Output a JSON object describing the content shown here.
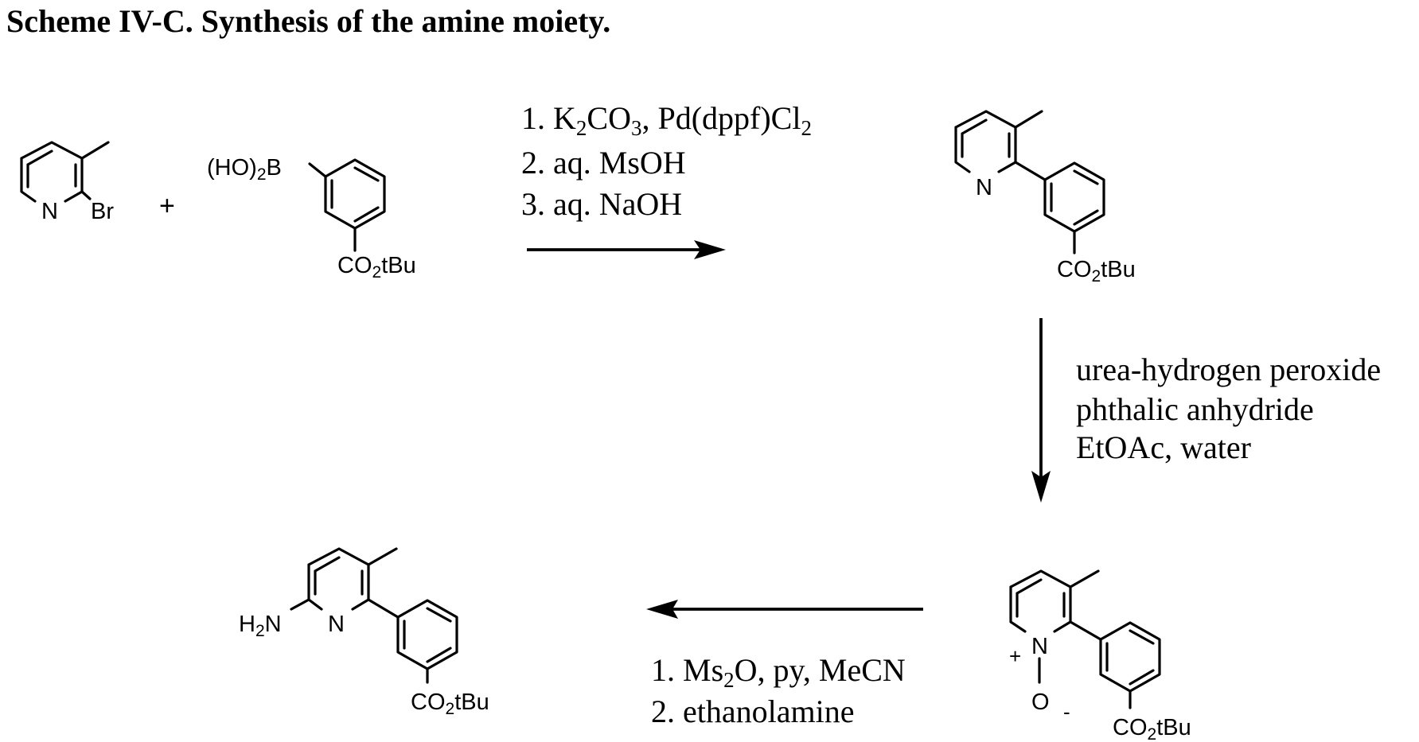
{
  "title": "Scheme IV-C.  Synthesis of the amine moiety.",
  "atoms": {
    "N": "N",
    "Br": "Br",
    "B": "B",
    "HO": "(HO)",
    "two": "2",
    "ester_a": "CO",
    "ester_b": "tBu",
    "H": "H",
    "O": "O",
    "plus": "+",
    "minus": "-"
  },
  "plus_sign": "+",
  "step1": {
    "line1": "1.  K",
    "line1_sub1": "2",
    "line1_mid": "CO",
    "line1_sub2": "3",
    "line1_end": ", Pd(dppf)Cl",
    "line1_sub3": "2",
    "line2": "2.  aq. MsOH",
    "line3": "3.  aq. NaOH"
  },
  "step2": {
    "line1": "urea-hydrogen peroxide",
    "line2": "phthalic anhydride",
    "line3": "EtOAc, water"
  },
  "step3": {
    "line1_pre": "1.  Ms",
    "line1_sub": "2",
    "line1_end": "O, py, MeCN",
    "line2": "2.  ethanolamine"
  }
}
